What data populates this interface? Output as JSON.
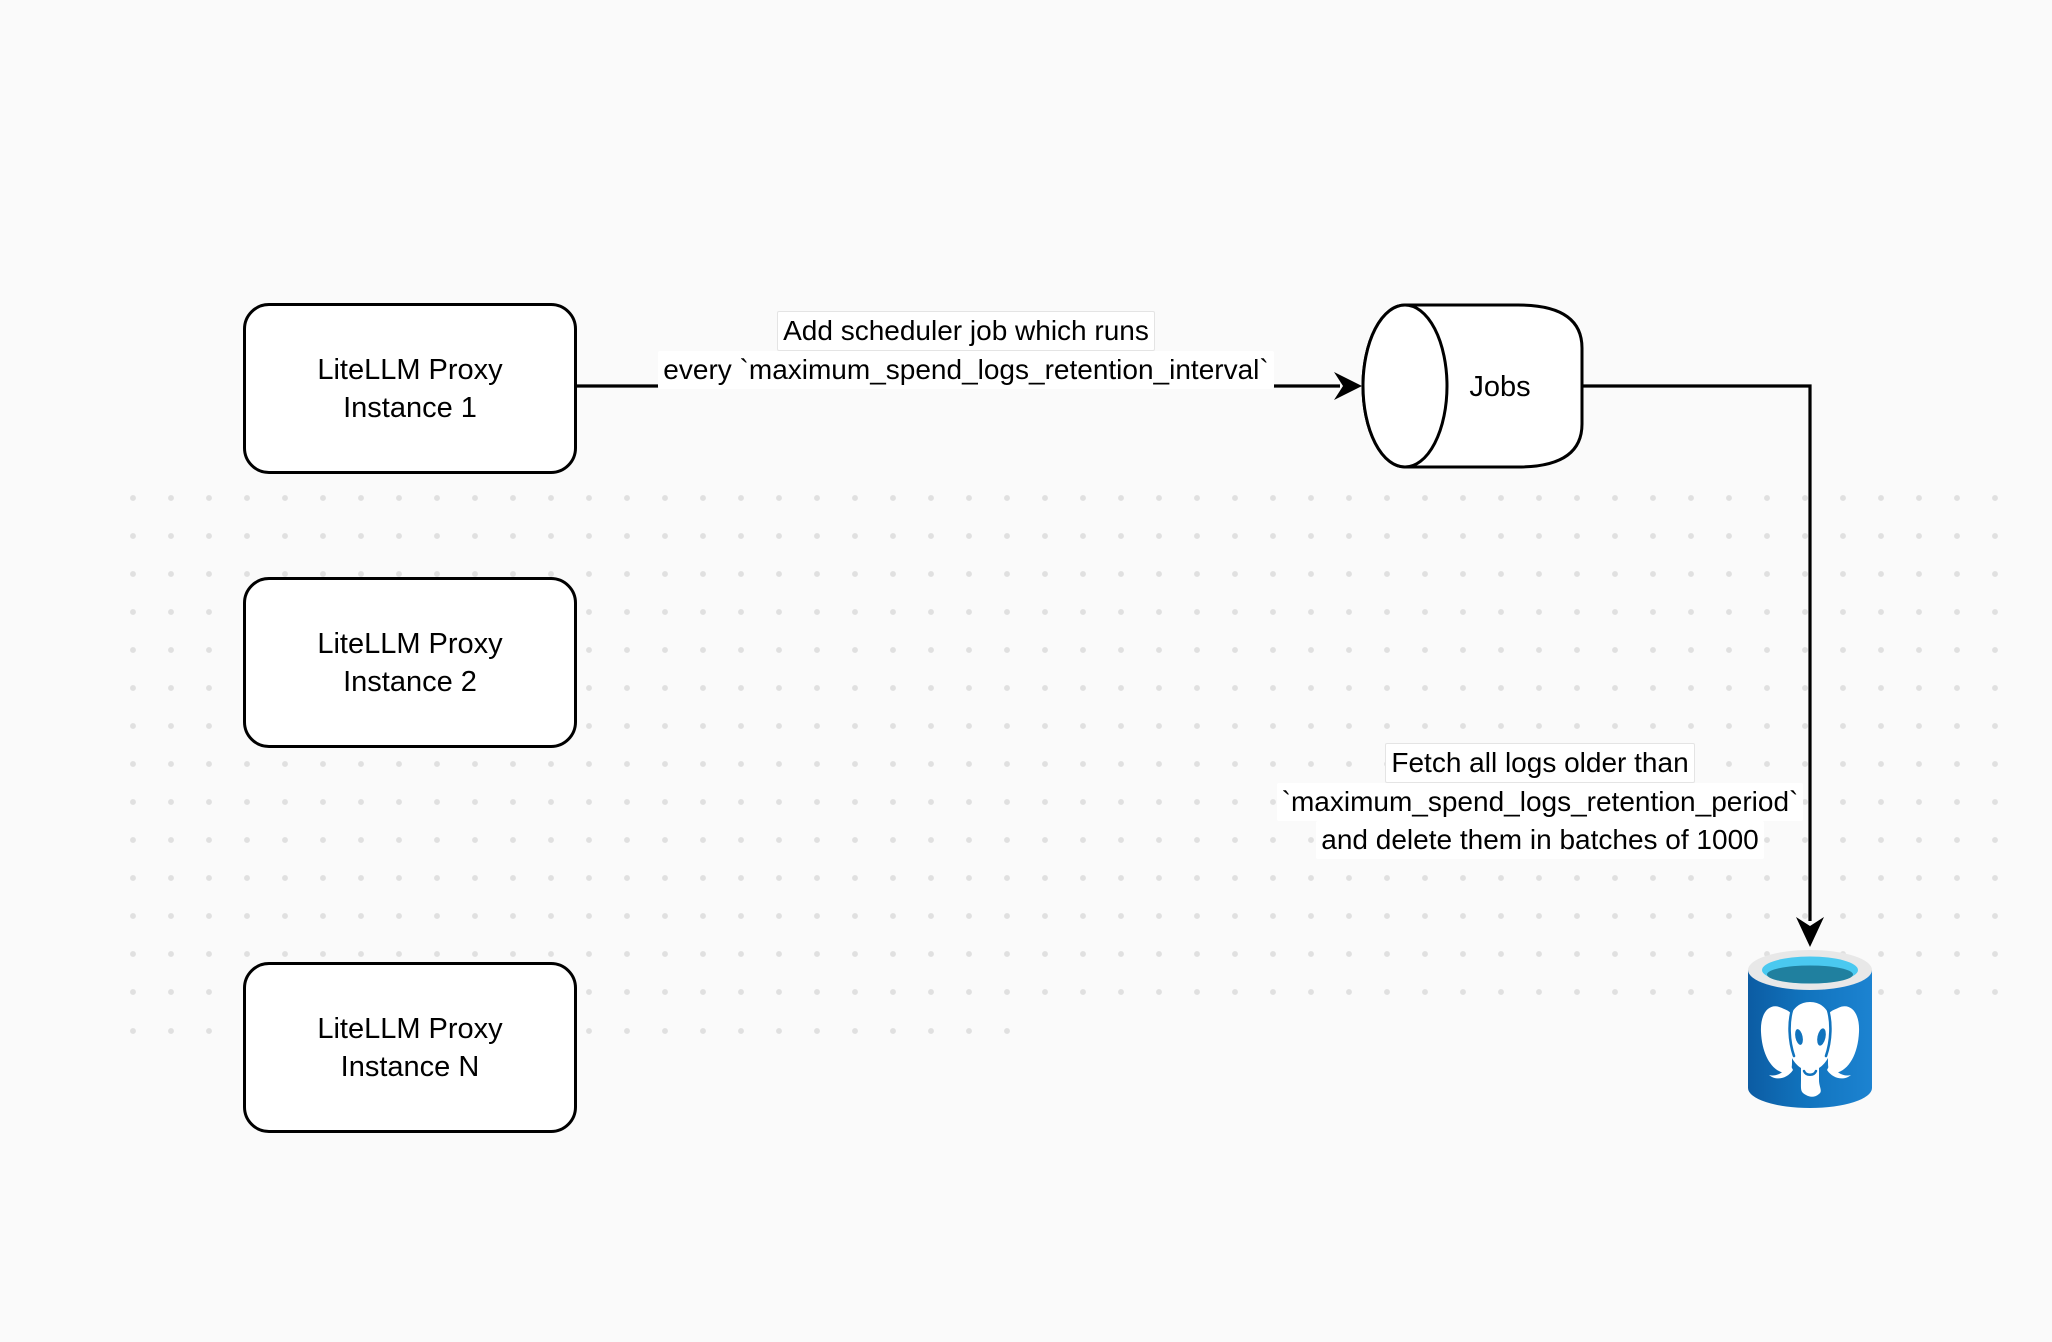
{
  "diagram": {
    "nodes": {
      "instance1": {
        "line1": "LiteLLM Proxy",
        "line2": "Instance 1"
      },
      "instance2": {
        "line1": "LiteLLM Proxy",
        "line2": "Instance 2"
      },
      "instanceN": {
        "line1": "LiteLLM Proxy",
        "line2": "Instance N"
      },
      "jobs": {
        "label": "Jobs"
      }
    },
    "edges": {
      "scheduler": {
        "line1": "Add scheduler job which runs",
        "line2": "every `maximum_spend_logs_retention_interval`"
      },
      "cleanup": {
        "line1": "Fetch all logs older than",
        "line2": "`maximum_spend_logs_retention_period`",
        "line3": "and delete them in batches of 1000"
      }
    },
    "icons": {
      "database": "postgresql-database-icon",
      "jobs_queue": "horizontal-cylinder-queue-icon"
    },
    "colors": {
      "background": "#fafafa",
      "dot": "#e0e0e0",
      "stroke": "#000000",
      "node_fill": "#ffffff",
      "postgres_blue": "#1173bd",
      "postgres_blue_dark": "#0c5ca3",
      "postgres_cyan": "#4ac9f0",
      "postgres_teal": "#20809f",
      "postgres_rim": "#e8e8e8",
      "elephant": "#ffffff"
    }
  }
}
